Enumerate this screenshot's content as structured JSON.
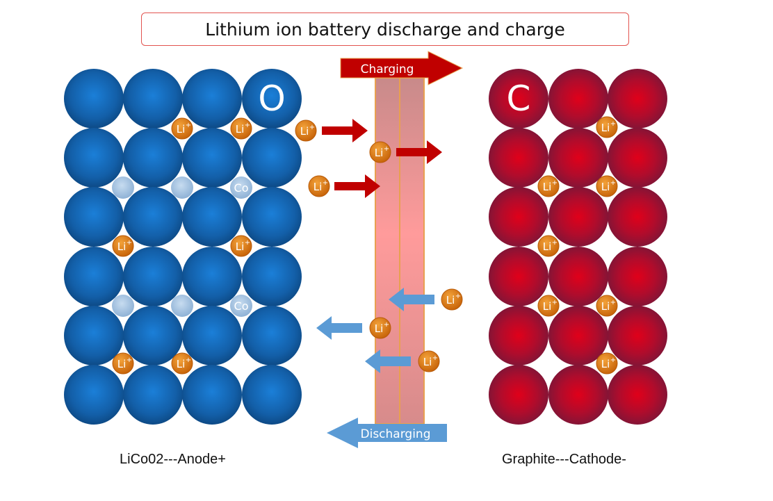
{
  "title": "Lithium ion battery discharge and charge",
  "charging_label": "Charging",
  "discharging_label": "Discharging",
  "anode_caption": "LiCo02---Anode+",
  "cathode_caption": "Graphite---Cathode-",
  "oxygen_symbol": "O",
  "carbon_symbol": "C",
  "cobalt_symbol": "Co",
  "lithium_symbol": "Li",
  "colors": {
    "anode_atom": "#1a5fa3",
    "cathode_atom": "#9a1b3b",
    "lithium_ion": "#e07a12",
    "cobalt_atom": "#a9c6e3",
    "charging_arrow": "#c00000",
    "discharging_arrow": "#5b9bd5",
    "separator": "#f4a09a"
  }
}
